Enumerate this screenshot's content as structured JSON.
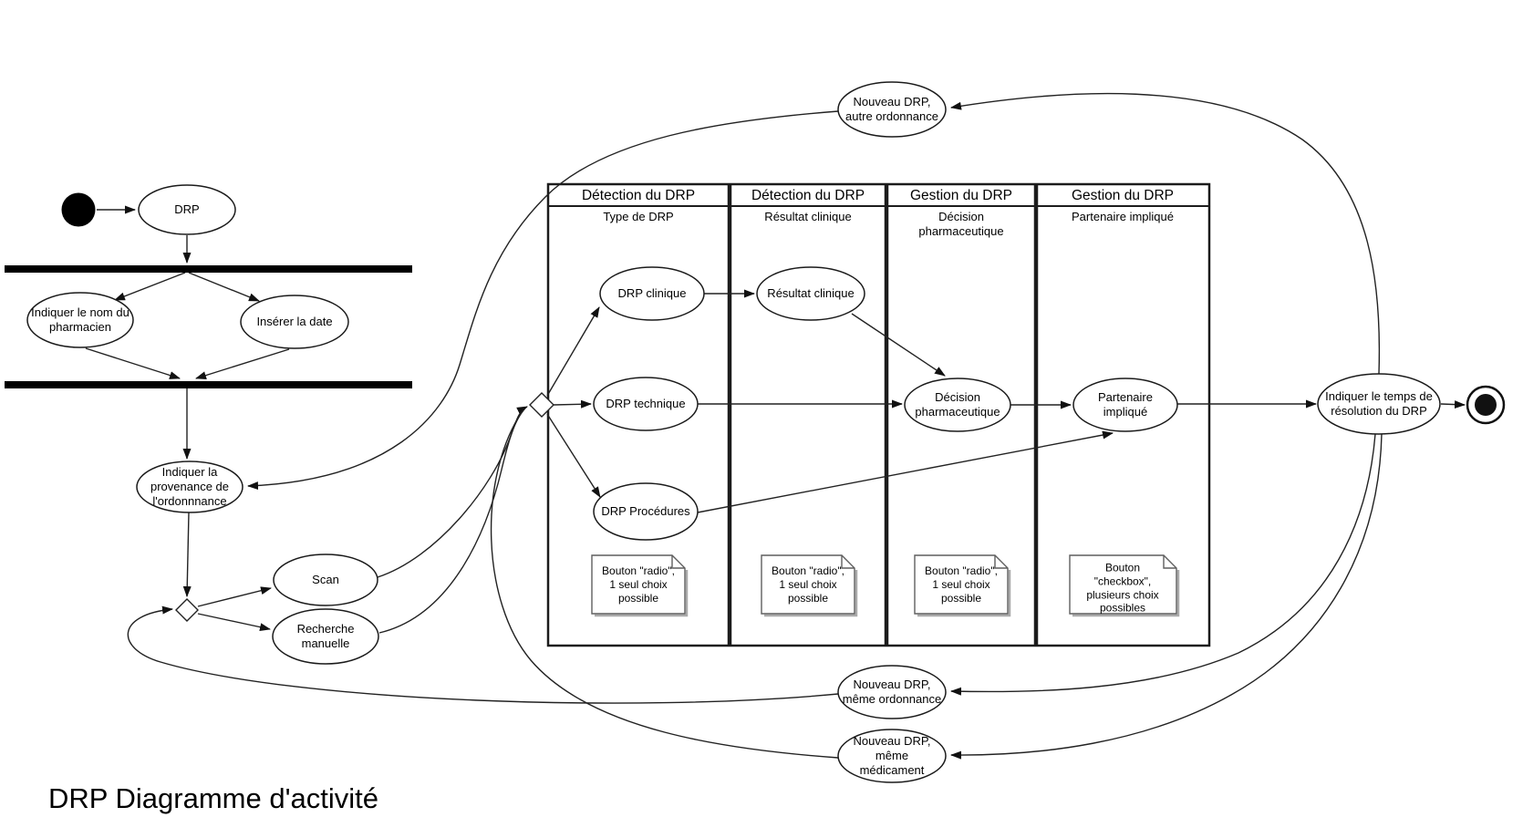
{
  "title": "DRP Diagramme d'activité",
  "colors": {
    "line": "#1a1a1a",
    "bar": "#000000",
    "note_border": "#5f5f5f",
    "note_shadow": "#aaaaaa",
    "background": "#ffffff"
  },
  "lanes": [
    {
      "header": "Détection du DRP",
      "subtitle": "Type de DRP"
    },
    {
      "header": "Détection du DRP",
      "subtitle": "Résultat clinique"
    },
    {
      "header": "Gestion du DRP",
      "subtitle": "Décision\npharmaceutique"
    },
    {
      "header": "Gestion du DRP",
      "subtitle": "Partenaire impliqué"
    }
  ],
  "nodes": {
    "drp": "DRP",
    "indiquer_nom": "Indiquer le nom du\npharmacien",
    "inserer_date": "Insérer la date",
    "provenance": "Indiquer la\nprovenance de\nl'ordonnnance",
    "scan": "Scan",
    "recherche": "Recherche\nmanuelle",
    "drp_clinique": "DRP clinique",
    "resultat_clinique": "Résultat clinique",
    "drp_technique": "DRP technique",
    "drp_procedures": "DRP Procédures",
    "decision_pharma": "Décision\npharmaceutique",
    "partenaire": "Partenaire\nimpliqué",
    "temps_resolution": "Indiquer le temps de\nrésolution du DRP",
    "nouveau_autre": "Nouveau DRP,\nautre ordonnance",
    "nouveau_meme_ord": "Nouveau DRP,\nmême ordonnance",
    "nouveau_meme_med": "Nouveau DRP,\nmême\nmédicament"
  },
  "notes": [
    "Bouton \"radio\",\n1 seul choix\npossible",
    "Bouton \"radio\",\n1 seul choix\npossible",
    "Bouton \"radio\",\n1 seul choix\npossible",
    "Bouton\n\"checkbox\",\nplusieurs choix\npossibles"
  ]
}
